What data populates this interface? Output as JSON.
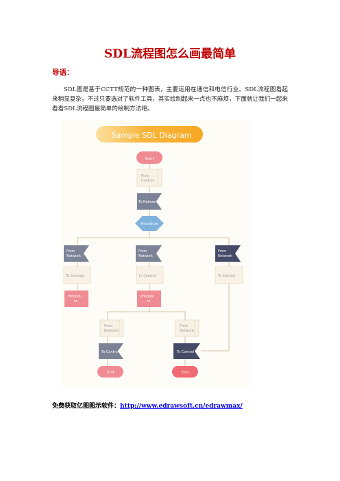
{
  "doc": {
    "title": "SDL流程图怎么画最简单",
    "lead_label": "导语：",
    "intro": "SDL图是基于CCTT规范的一种图表，主要运用在通信和电信行业。SDL流程图看起来稍显复杂，不过只要选对了软件工具，其实绘制起来一点也不麻烦，下面就让我们一起来看看SDL流程图最简单的绘制方法吧。",
    "footer_label": "免费获取亿图图示软件：",
    "footer_link": "http://www.edrawsoft.cn/edrawmax/"
  },
  "diagram": {
    "banner": "Sample SDL Diagram",
    "start": "Start",
    "from_control": [
      "From",
      "Control"
    ],
    "to_network": "To Network",
    "procedure": "Procedure",
    "from_network": [
      "From",
      "Network"
    ],
    "to_concept": "To Concept",
    "in_control": "In Control",
    "to_control": "To Control",
    "process": [
      "Procedu",
      "re"
    ],
    "end": "End",
    "colors": {
      "pink": "#f08a93",
      "slate": "#7d8397",
      "navy": "#454b66",
      "blue": "#7fb3de",
      "cream": "#f8f2e6",
      "banner": "#f9b53a",
      "line": "#c9b38a"
    }
  }
}
